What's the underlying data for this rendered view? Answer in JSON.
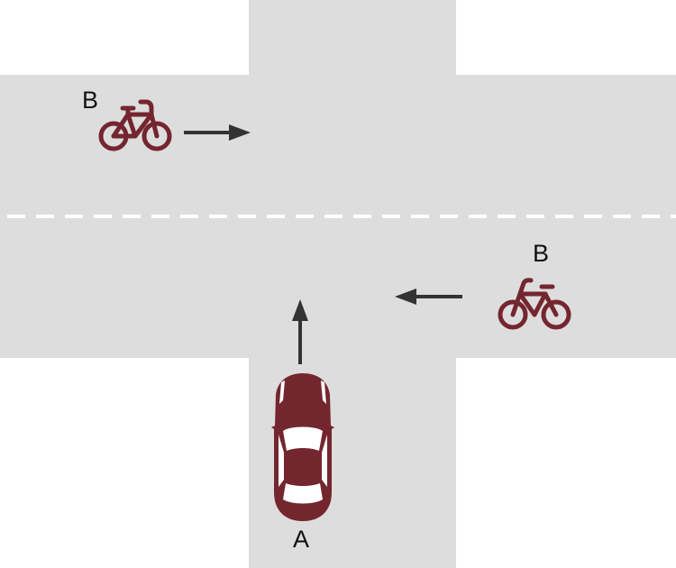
{
  "colors": {
    "road": "#dddddd",
    "background": "#ffffff",
    "lane_marking": "#ffffff",
    "vehicle": "#74262f",
    "arrow": "#333333"
  },
  "labels": {
    "car": "A",
    "bicycle_top": "B",
    "bicycle_right": "B"
  },
  "icons": {
    "car": "car-top-view-icon",
    "bicycle": "bicycle-icon",
    "arrow": "arrow-icon"
  }
}
